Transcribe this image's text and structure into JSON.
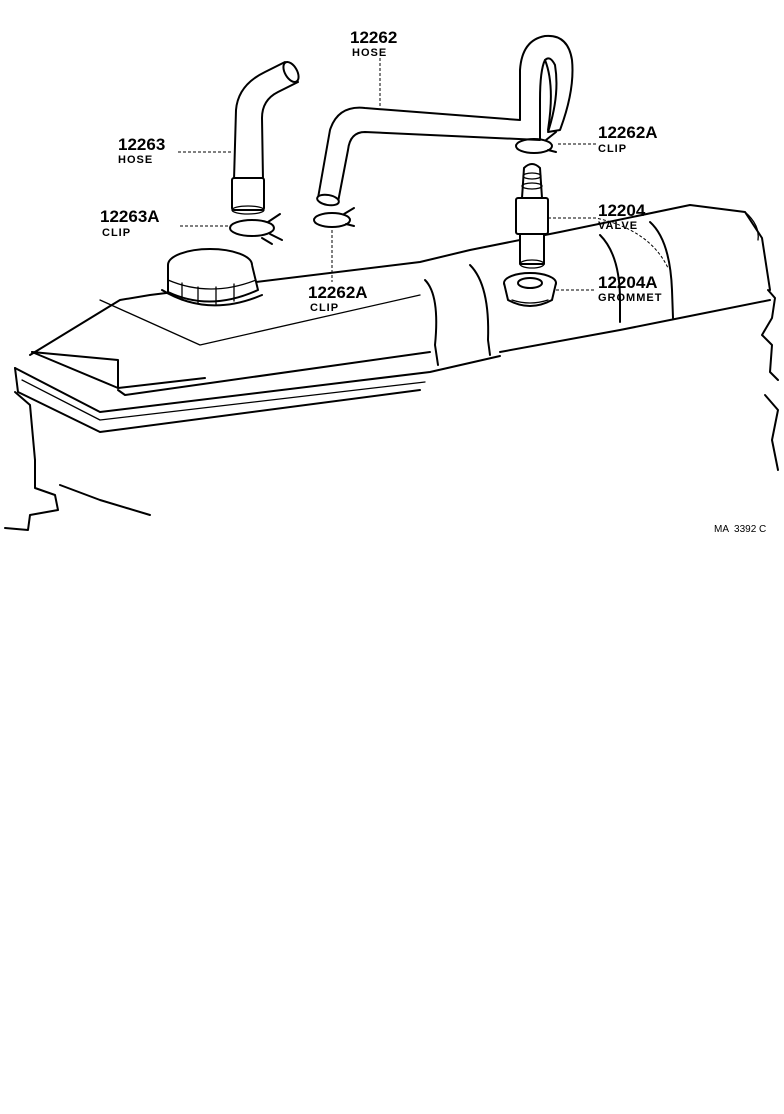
{
  "parts": [
    {
      "id": "hose-12262",
      "number": "12262",
      "name": "HOSE"
    },
    {
      "id": "hose-12263",
      "number": "12263",
      "name": "HOSE"
    },
    {
      "id": "clip-12262a-top",
      "number": "12262A",
      "name": "CLIP"
    },
    {
      "id": "clip-12263a",
      "number": "12263A",
      "name": "CLIP"
    },
    {
      "id": "valve-12204",
      "number": "12204",
      "name": "VALVE"
    },
    {
      "id": "clip-12262a-bottom",
      "number": "12262A",
      "name": "CLIP"
    },
    {
      "id": "grommet-12204a",
      "number": "12204A",
      "name": "GROMMET"
    }
  ],
  "reference_code": "MA  3392 C"
}
